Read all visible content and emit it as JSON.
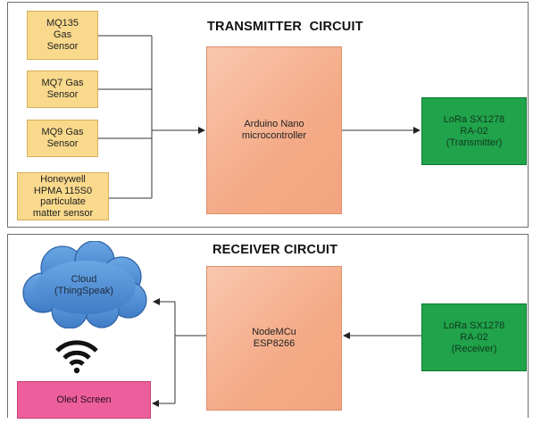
{
  "transmitter": {
    "title": "TRANSMITTER  CIRCUIT",
    "sensors": [
      "MQ135\nGas\nSensor",
      "MQ7 Gas\nSensor",
      "MQ9 Gas\nSensor",
      "Honeywell\nHPMA 115S0\nparticulate\nmatter sensor"
    ],
    "mcu": "Arduino Nano\nmicrocontroller",
    "lora": "LoRa SX1278\nRA-02\n(Transmitter)"
  },
  "receiver": {
    "title": "RECEIVER CIRCUIT",
    "cloud": "Cloud\n(ThingSpeak)",
    "oled": "Oled Screen",
    "mcu": "NodeMCu\nESP8266",
    "lora": "LoRa SX1278\nRA-02\n(Receiver)"
  },
  "colors": {
    "sensor": "#f9d98c",
    "mcu": "#f4aa86",
    "lora": "#20a34a",
    "oled": "#ec5f9c",
    "cloud": "#4f8fd6"
  },
  "icons": [
    "wifi-icon",
    "cloud-icon",
    "arrow-icon"
  ]
}
